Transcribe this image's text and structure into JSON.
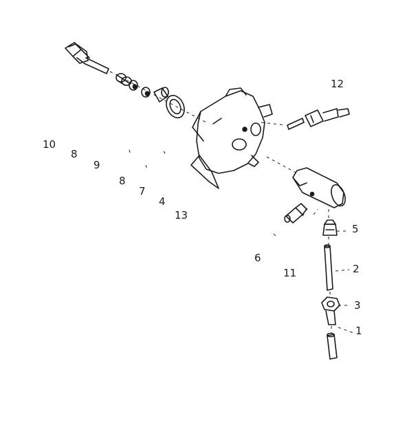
{
  "callouts": {
    "n10": "10",
    "n8a": "8",
    "n9": "9",
    "n8b": "8",
    "n7": "7",
    "n4": "4",
    "n13": "13",
    "n12": "12",
    "n6": "6",
    "n11": "11",
    "n5": "5",
    "n2": "2",
    "n3": "3",
    "n1": "1"
  }
}
